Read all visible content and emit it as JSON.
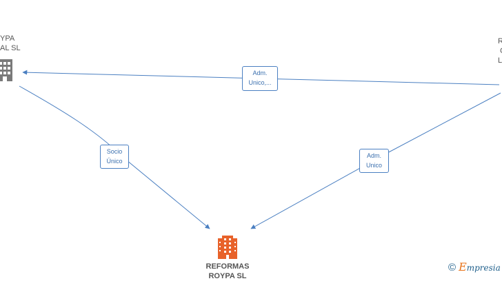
{
  "colors": {
    "edge": "#4a7fc1",
    "company_gray": "#7a7a7a",
    "company_focus": "#e8622a",
    "brand": "#1f5f8b",
    "brand_accent": "#e8731a"
  },
  "nodes": {
    "left": {
      "line1": "YPA",
      "line2": "AL  SL",
      "icon": "building-icon"
    },
    "right": {
      "line1": "R",
      "line2": "C",
      "line3": "L"
    },
    "center": {
      "line1": "REFORMAS",
      "line2": "ROYPA  SL",
      "icon": "building-icon"
    }
  },
  "edges": {
    "top": {
      "line1": "Adm.",
      "line2": "Unico,..."
    },
    "left": {
      "line1": "Socio",
      "line2": "Único"
    },
    "right": {
      "line1": "Adm.",
      "line2": "Unico"
    }
  },
  "watermark": {
    "symbol": "©",
    "initial": "E",
    "text": "mpresia"
  }
}
